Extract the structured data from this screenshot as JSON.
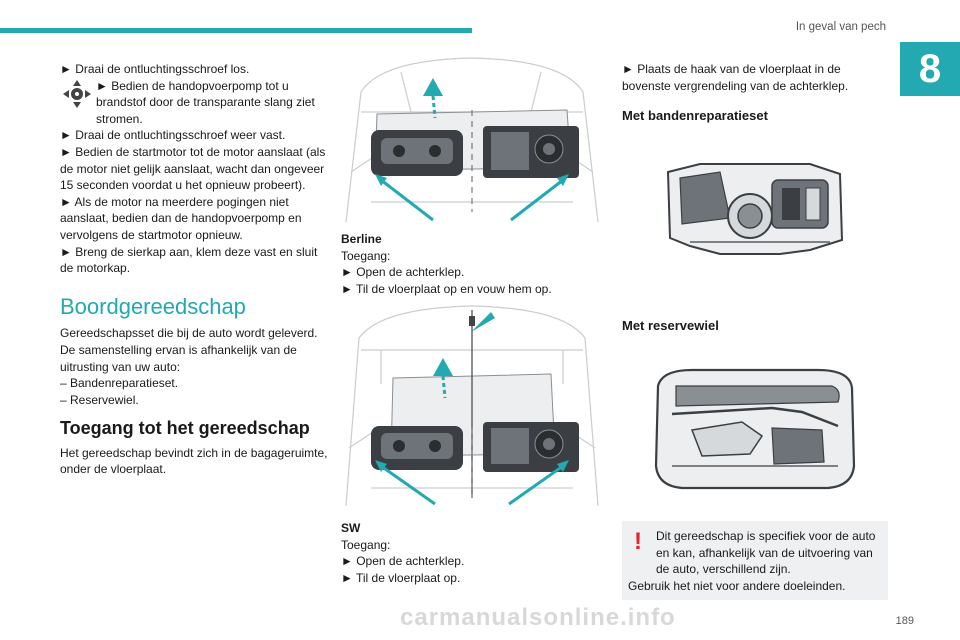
{
  "header": {
    "section_title": "In geval van pech",
    "chapter_number": "8"
  },
  "col1": {
    "lines": [
      "► Draai de ontluchtingsschroef los.",
      "► Bedien de handopvoerpomp tot u brandstof door de transparante slang ziet stromen.",
      "► Draai de ontluchtingsschroef weer vast.",
      "► Bedien de startmotor tot de motor aanslaat (als de motor niet gelijk aanslaat, wacht dan ongeveer 15 seconden voordat u het opnieuw probeert).",
      "► Als de motor na meerdere pogingen niet aanslaat, bedien dan de handopvoerpomp en vervolgens de startmotor opnieuw.",
      "► Breng de sierkap aan, klem deze vast en sluit de motorkap."
    ],
    "heading_boord": "Boordgereedschap",
    "boord_text": [
      "Gereedschapsset die bij de auto wordt geleverd.",
      "De samenstelling ervan is afhankelijk van de uitrusting van uw auto:",
      "– Bandenreparatieset.",
      "– Reservewiel."
    ],
    "heading_toegang": "Toegang tot het gereedschap",
    "toegang_text": "Het gereedschap bevindt zich in de bagageruimte, onder de vloerplaat."
  },
  "col2": {
    "berline_label": "Berline",
    "berline_lines": [
      "Toegang:",
      "► Open de achterklep.",
      "► Til de vloerplaat op en vouw hem op."
    ],
    "sw_label": "SW",
    "sw_lines": [
      "Toegang:",
      "► Open de achterklep.",
      "► Til de vloerplaat op."
    ]
  },
  "col3": {
    "intro": "► Plaats de haak van de vloerplaat in de bovenste vergrendeling van de achterklep.",
    "heading_kit": "Met bandenreparatieset",
    "heading_spare": "Met reservewiel",
    "warning_lines": [
      "Dit gereedschap is specifiek voor de auto en kan, afhankelijk van de uitvoering van de auto, verschillend zijn.",
      "Gebruik het niet voor andere doeleinden."
    ]
  },
  "footer": {
    "page_number": "189",
    "watermark": "carmanualsonline.info"
  },
  "colors": {
    "accent": "#22a9b1",
    "warning": "#e3262b"
  },
  "icons": [
    "hand-pump-icon",
    "warning-icon"
  ]
}
